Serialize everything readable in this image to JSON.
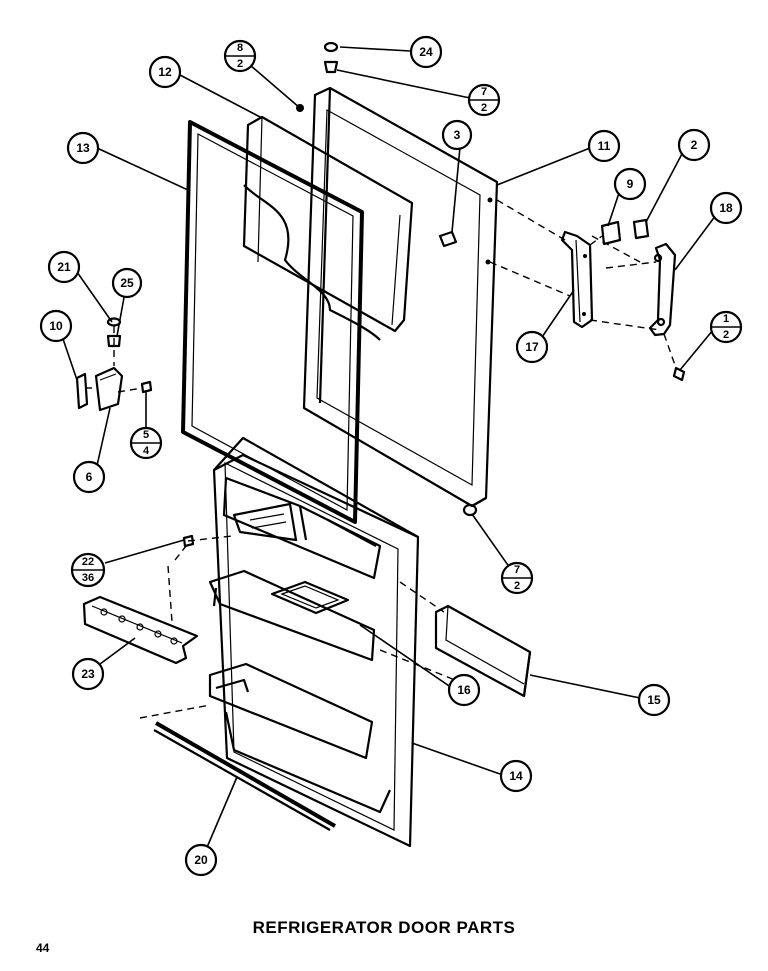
{
  "caption": "REFRIGERATOR DOOR PARTS",
  "page_number": "44",
  "callouts": [
    {
      "id": "12",
      "label": "12"
    },
    {
      "id": "13",
      "label": "13"
    },
    {
      "id": "8-2",
      "top": "8",
      "bottom": "2"
    },
    {
      "id": "24",
      "label": "24"
    },
    {
      "id": "7-2-top",
      "top": "7",
      "bottom": "2"
    },
    {
      "id": "3",
      "label": "3"
    },
    {
      "id": "11",
      "label": "11"
    },
    {
      "id": "2",
      "label": "2"
    },
    {
      "id": "9",
      "label": "9"
    },
    {
      "id": "18",
      "label": "18"
    },
    {
      "id": "1-2",
      "top": "1",
      "bottom": "2"
    },
    {
      "id": "17",
      "label": "17"
    },
    {
      "id": "21",
      "label": "21"
    },
    {
      "id": "25",
      "label": "25"
    },
    {
      "id": "10",
      "label": "10"
    },
    {
      "id": "6",
      "label": "6"
    },
    {
      "id": "5-4",
      "top": "5",
      "bottom": "4"
    },
    {
      "id": "7-2-bottom",
      "top": "7",
      "bottom": "2"
    },
    {
      "id": "22-36",
      "top": "22",
      "bottom": "36"
    },
    {
      "id": "23",
      "label": "23"
    },
    {
      "id": "16",
      "label": "16"
    },
    {
      "id": "15",
      "label": "15"
    },
    {
      "id": "14",
      "label": "14"
    },
    {
      "id": "20",
      "label": "20"
    }
  ]
}
